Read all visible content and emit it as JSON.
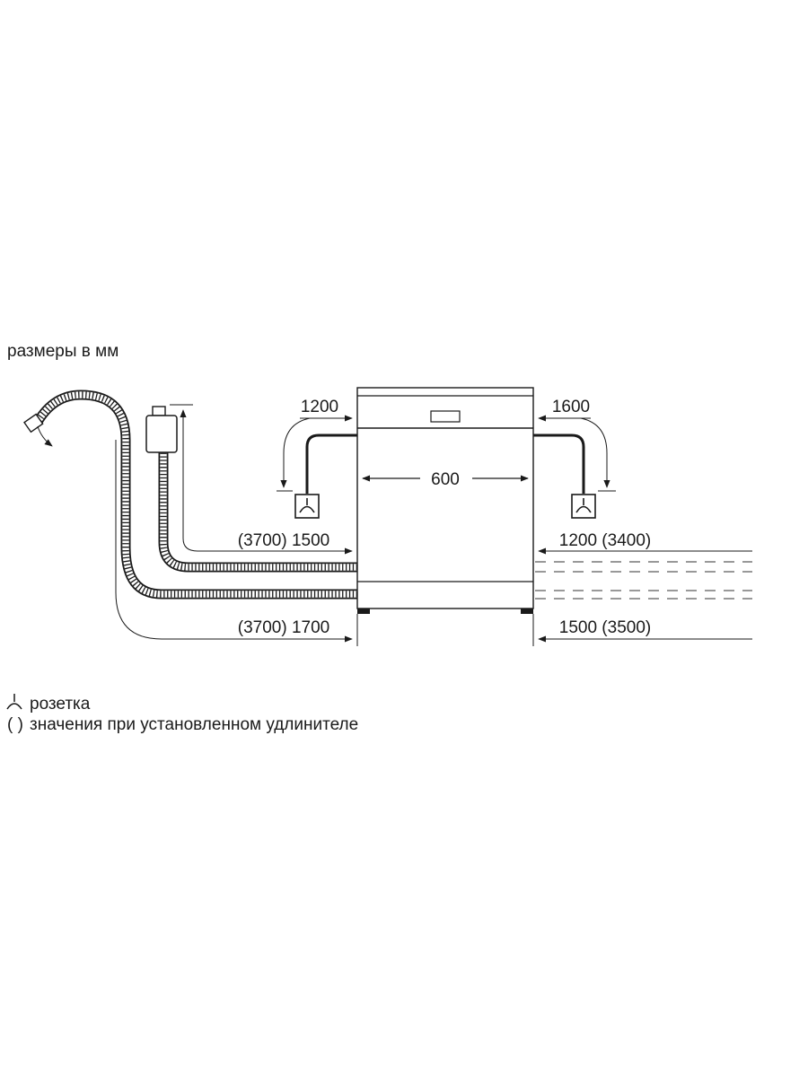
{
  "units_note": "размеры в мм",
  "dimensions": {
    "width": "600",
    "top_left": "1200",
    "top_right": "1600",
    "drain_left": "(3700) 1500",
    "supply_left": "(3700) 1700",
    "right_upper": "1200 (3400)",
    "right_lower": "1500 (3500)"
  },
  "legend": {
    "socket_label": "розетка",
    "brackets_symbol": "( )",
    "brackets_label": "значения при установленном удлинителе"
  },
  "icons": {
    "socket": "socket-icon"
  },
  "colors": {
    "line": "#1a1a1a",
    "thin_line": "#333333"
  }
}
